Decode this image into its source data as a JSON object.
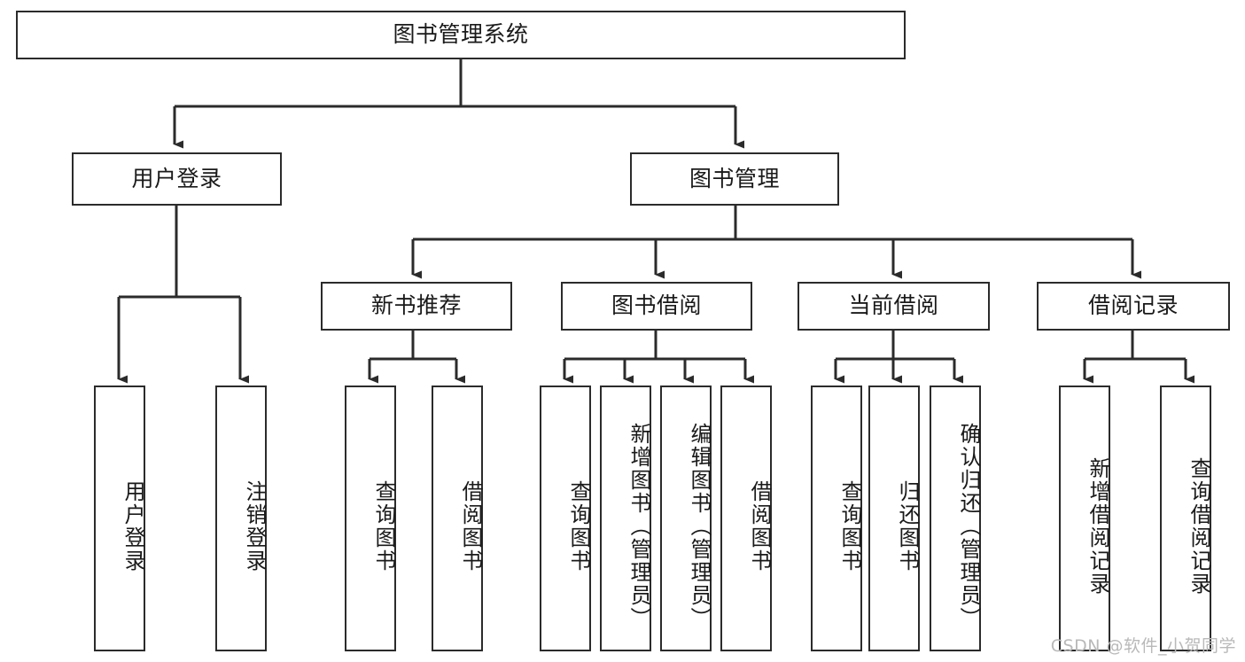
{
  "diagram": {
    "type": "tree-hierarchy-chart",
    "title": "图书管理系统",
    "watermark": "CSDN @软件_小贺同学",
    "colors": {
      "stroke": "#2b2b2b",
      "box_fill": "#ffffff",
      "text": "#1a1a1a",
      "background": "#ffffff",
      "watermark": "#b9b9b9"
    },
    "levels": {
      "root": {
        "label": "图书管理系统"
      },
      "level2": [
        {
          "label": "用户登录"
        },
        {
          "label": "图书管理"
        }
      ],
      "level3": [
        {
          "label": "新书推荐"
        },
        {
          "label": "图书借阅"
        },
        {
          "label": "当前借阅"
        },
        {
          "label": "借阅记录"
        }
      ],
      "leaves": {
        "user_login": [
          {
            "label": "用户登录"
          },
          {
            "label": "注销登录"
          }
        ],
        "new_book_recommend": [
          {
            "label": "查询图书"
          },
          {
            "label": "借阅图书"
          }
        ],
        "book_borrow": [
          {
            "label": "查询图书"
          },
          {
            "label": "新增图书（管理员）"
          },
          {
            "label": "编辑图书（管理员）"
          },
          {
            "label": "借阅图书"
          }
        ],
        "current_borrow": [
          {
            "label": "查询图书"
          },
          {
            "label": "归还图书"
          },
          {
            "label": "确认归还（管理员）"
          }
        ],
        "borrow_record": [
          {
            "label": "新增借阅记录"
          },
          {
            "label": "查询借阅记录"
          }
        ]
      }
    }
  }
}
